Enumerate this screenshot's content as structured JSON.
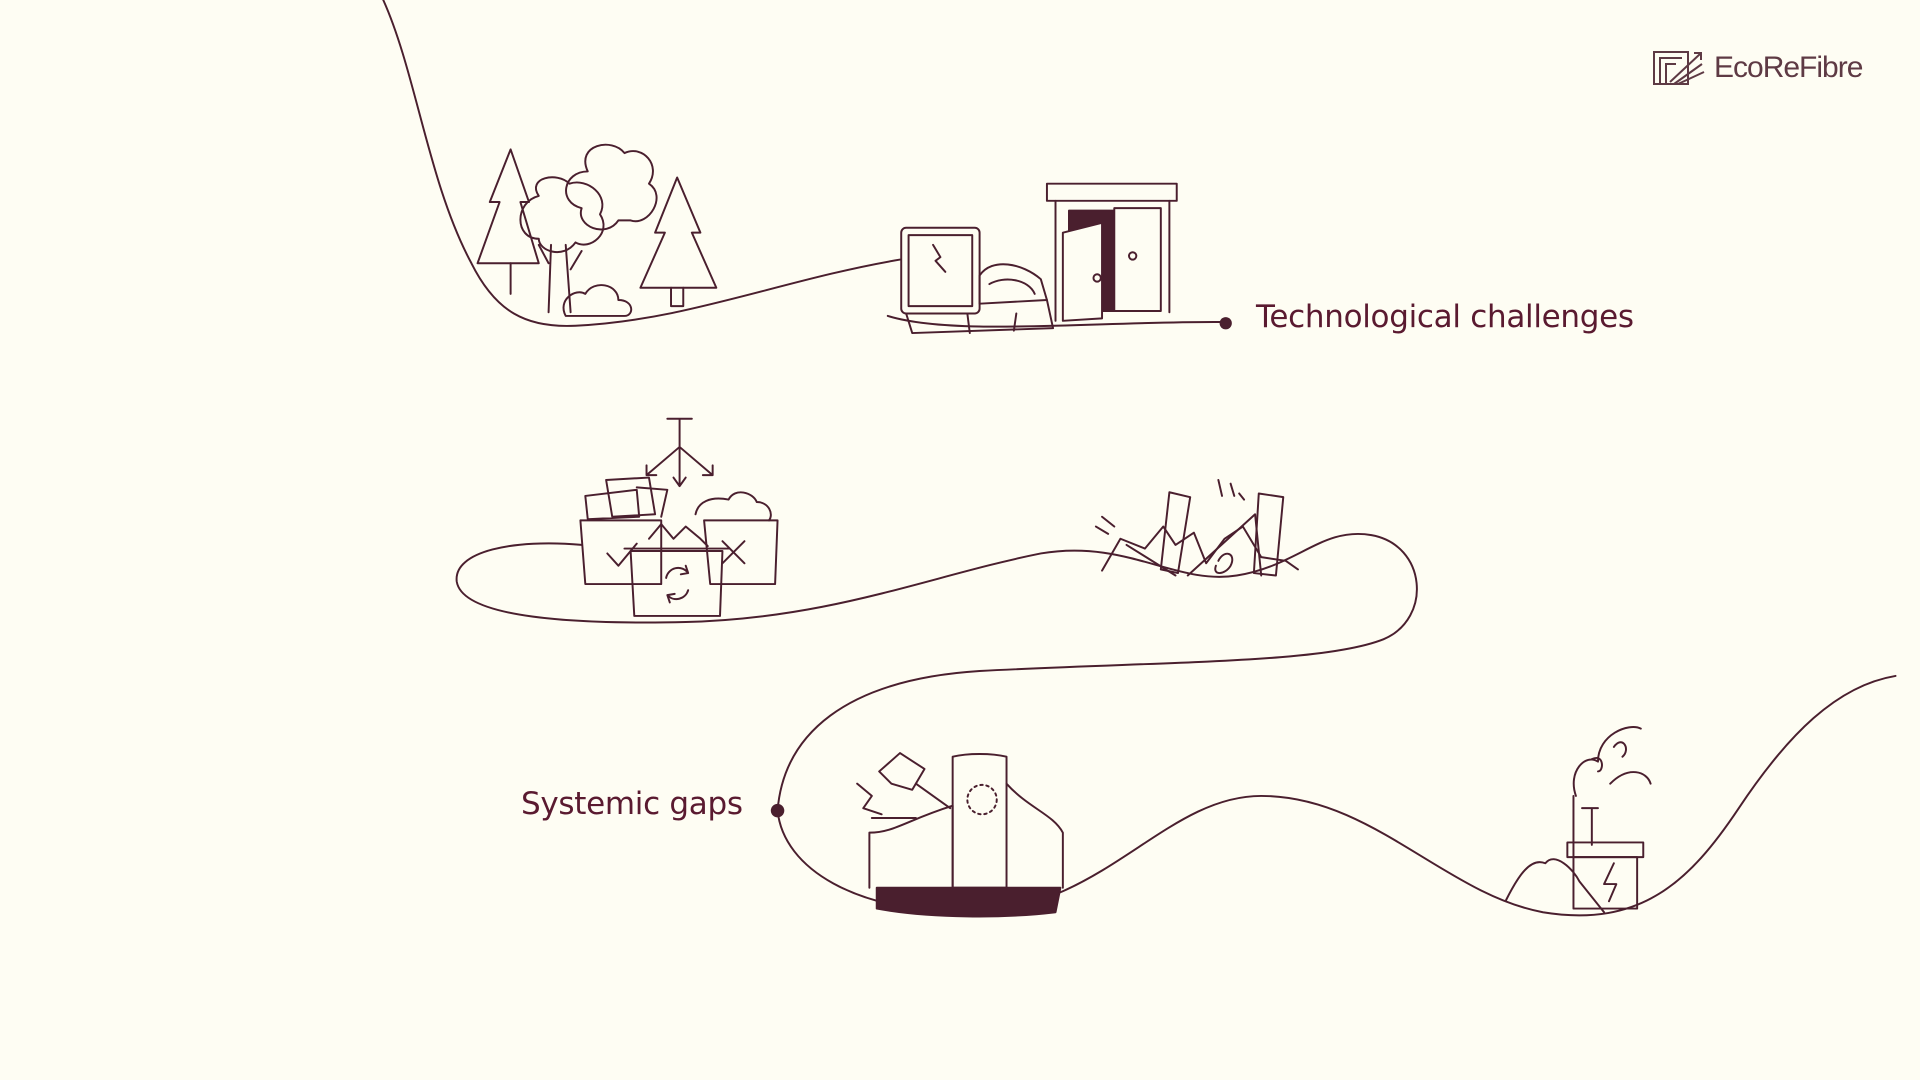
{
  "brand": {
    "name": "EcoReFibre"
  },
  "labels": {
    "technological": "Technological challenges",
    "systemic": "Systemic gaps"
  },
  "colors": {
    "background": "#fefdf3",
    "line": "#4a1f2e",
    "accent": "#5a1a30"
  }
}
